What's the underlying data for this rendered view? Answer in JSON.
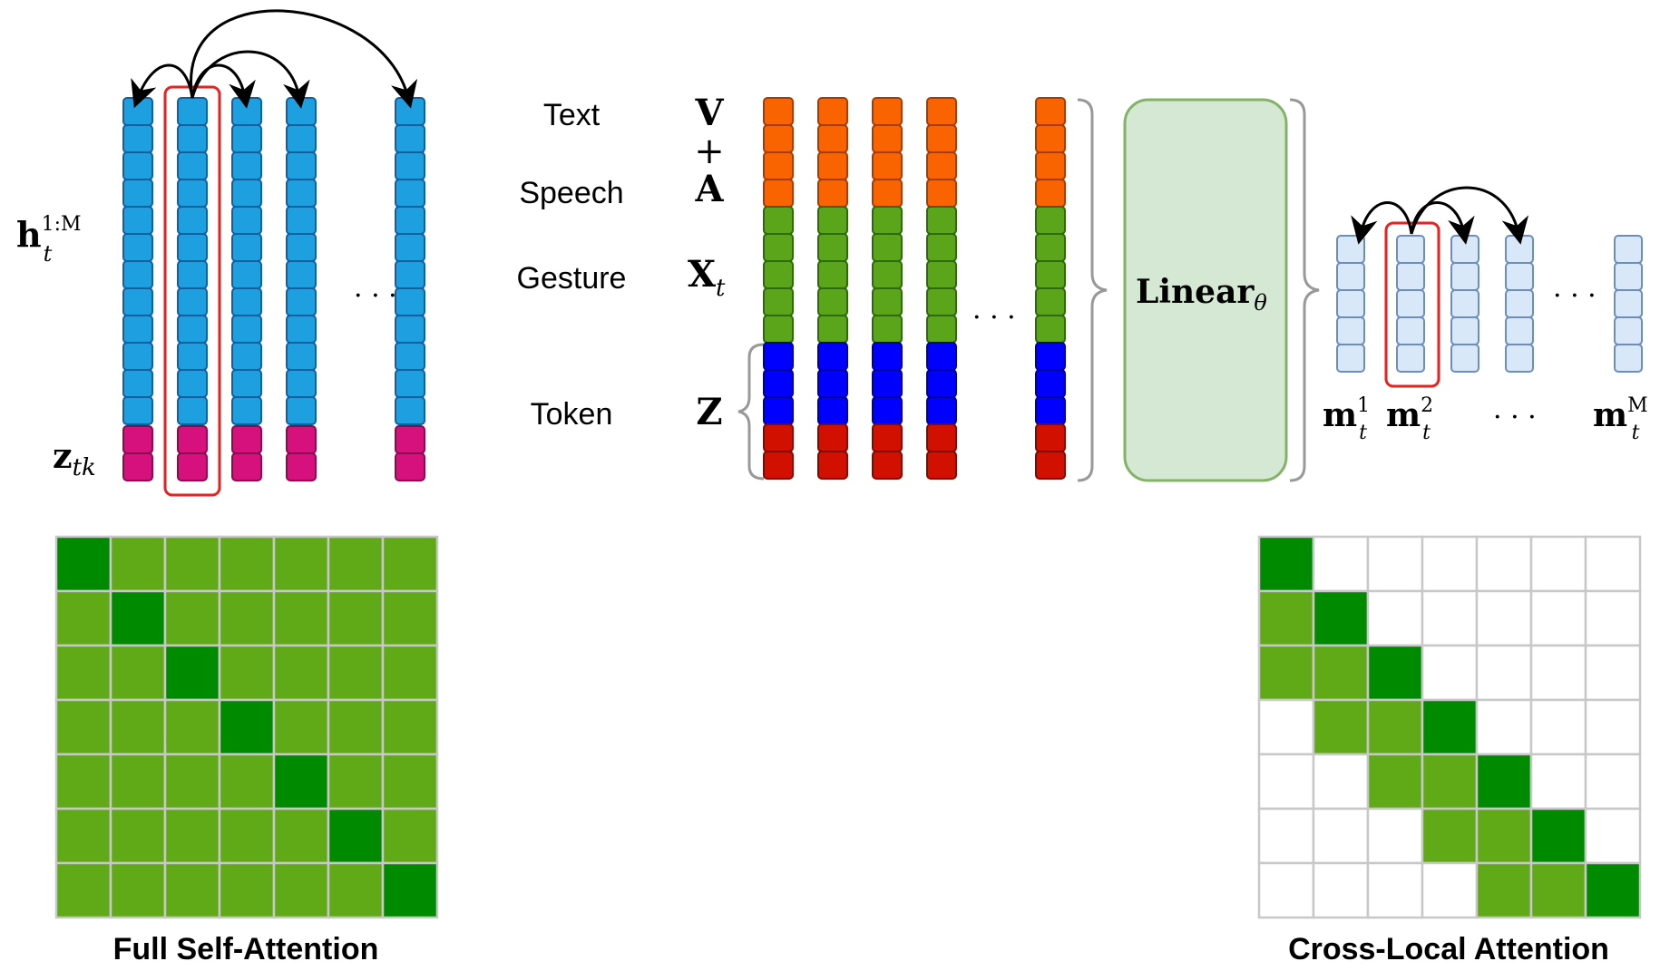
{
  "left_block": {
    "h_label": "h",
    "h_sup": "1:M",
    "h_sub": "t",
    "z_label": "z",
    "z_sub": "tk",
    "dots": "· · ·",
    "cols": 5,
    "blue_cells": 12,
    "pink_cells": 2,
    "highlight_col": 1
  },
  "middle_block": {
    "row_labels": {
      "text": "Text",
      "speech": "Speech",
      "gesture": "Gesture",
      "token": "Token"
    },
    "sym_V": "V",
    "sym_plus": "+",
    "sym_A": "A",
    "sym_X": "X",
    "sym_X_sub": "t",
    "sym_Z": "Z",
    "dots": "· · ·",
    "cols": 5,
    "orange_cells": 4,
    "green_cells": 5,
    "blue_cells": 3,
    "red_cells": 2
  },
  "linear": {
    "label": "Linear",
    "sub": "θ"
  },
  "right_block": {
    "cols": 5,
    "cells": 5,
    "highlight_col": 1,
    "m_label": "m",
    "labels": [
      {
        "sup": "1",
        "sub": "t"
      },
      {
        "sup": "2",
        "sub": "t"
      },
      {
        "sup": "M",
        "sub": "t"
      }
    ],
    "dots_mid": "· · ·",
    "dots_label": "· · ·"
  },
  "full_attention": {
    "title": "Full Self-Attention",
    "size": 7,
    "matrix": [
      [
        2,
        1,
        1,
        1,
        1,
        1,
        1
      ],
      [
        1,
        2,
        1,
        1,
        1,
        1,
        1
      ],
      [
        1,
        1,
        2,
        1,
        1,
        1,
        1
      ],
      [
        1,
        1,
        1,
        2,
        1,
        1,
        1
      ],
      [
        1,
        1,
        1,
        1,
        2,
        1,
        1
      ],
      [
        1,
        1,
        1,
        1,
        1,
        2,
        1
      ],
      [
        1,
        1,
        1,
        1,
        1,
        1,
        2
      ]
    ]
  },
  "cross_attention": {
    "title": "Cross-Local Attention",
    "size": 7,
    "matrix": [
      [
        2,
        0,
        0,
        0,
        0,
        0,
        0
      ],
      [
        1,
        2,
        0,
        0,
        0,
        0,
        0
      ],
      [
        1,
        1,
        2,
        0,
        0,
        0,
        0
      ],
      [
        0,
        1,
        1,
        2,
        0,
        0,
        0
      ],
      [
        0,
        0,
        1,
        1,
        2,
        0,
        0
      ],
      [
        0,
        0,
        0,
        1,
        1,
        2,
        0
      ],
      [
        0,
        0,
        0,
        0,
        1,
        1,
        2
      ]
    ]
  },
  "colors": {
    "cell_blue": "#1ea0e0",
    "cell_blue_stroke": "#1060a0",
    "cell_pink": "#d6117e",
    "cell_pink_stroke": "#8a0a50",
    "cell_orange": "#fa6400",
    "cell_orange_stroke": "#a83c00",
    "cell_green": "#5aa519",
    "cell_green_stroke": "#2f6a08",
    "cell_token_blue": "#0000ff",
    "cell_token_blue_stroke": "#00009a",
    "cell_red": "#d21000",
    "cell_red_stroke": "#800a00",
    "cell_light": "#d8e8f8",
    "cell_light_stroke": "#6c8ebf",
    "highlight": "#e8231f",
    "linear_fill": "#d5e8d4",
    "linear_stroke": "#82b366",
    "matrix_diag": "#008a00",
    "matrix_fill": "#60a917",
    "matrix_empty": "#ffffff",
    "matrix_grid": "#c8c8c8",
    "brace": "#999999"
  }
}
